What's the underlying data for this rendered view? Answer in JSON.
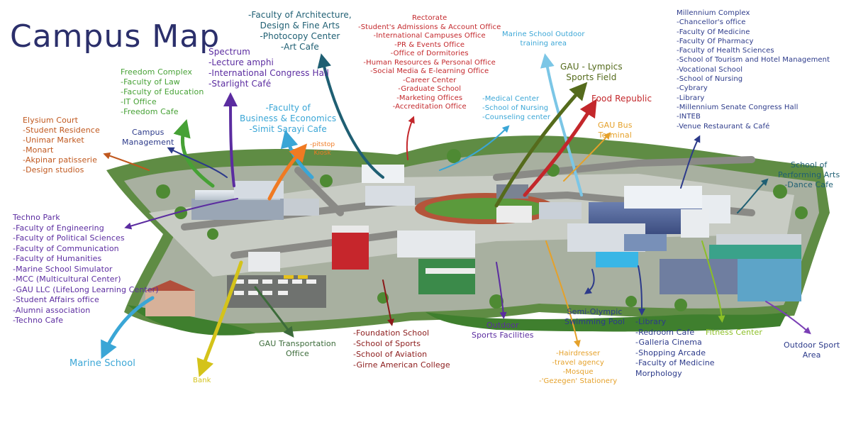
{
  "title": "Campus Map",
  "colors": {
    "title": "#2b2f6b",
    "orange": "#c0581e",
    "navy": "#2c3a8a",
    "green": "#46a135",
    "purple": "#5b2ca0",
    "teal": "#1f5f73",
    "red": "#c3272b",
    "skyblue": "#3aa6d6",
    "olive": "#556b1c",
    "darkred": "#8b1a1a",
    "amber": "#e5a12a",
    "yellow": "#d4c31a",
    "lime": "#8cbf26",
    "darkgreen": "#3c6b3a",
    "blue": "#2f5fc0",
    "violet": "#7a3fb5"
  },
  "labels": {
    "elysium": {
      "lines": [
        "Elysium Court",
        "-Student Residence",
        "-Unimar Market",
        "-Monart",
        "-Akpinar patisserie",
        "-Design studios"
      ]
    },
    "campus_management": {
      "lines": [
        "Campus",
        "Management"
      ]
    },
    "freedom": {
      "lines": [
        "Freedom Complex",
        "-Faculty of Law",
        "-Faculty of Education",
        "-IT Office",
        "-Freedom Cafe"
      ]
    },
    "spectrum": {
      "lines": [
        "Spectrum",
        "-Lecture amphi",
        "-International Congress Hall",
        "-Starlight Café"
      ]
    },
    "architecture": {
      "lines": [
        "-Faculty of Architecture,",
        "Design & Fine Arts",
        "-Photocopy Center",
        "-Art Cafe"
      ]
    },
    "business": {
      "lines": [
        "-Faculty of",
        "Business & Economics",
        "-Simit Sarayi Cafe"
      ]
    },
    "pitstop": {
      "lines": [
        "-pitstop",
        "Kiosk"
      ]
    },
    "rectorate": {
      "lines": [
        "Rectorate",
        "-Student's Admissions & Account Office",
        "-International Campuses Office",
        "-PR & Events Office",
        "-Office of Dormitories",
        "-Human Resources & Personal Office",
        "-Social Media & E-learning Office",
        "-Career Center",
        "-Graduate School",
        "-Marketing Offices",
        "-Accreditation Office"
      ]
    },
    "marine_outdoor": {
      "lines": [
        "Marine School Outdoor",
        "training area"
      ]
    },
    "gau_lympics": {
      "lines": [
        "GAU - Lympics",
        "Sports Field"
      ]
    },
    "medical": {
      "lines": [
        "-Medical Center",
        "-School of Nursing",
        "-Counseling center"
      ]
    },
    "food_republic": {
      "lines": [
        "Food Republic"
      ]
    },
    "bus_terminal": {
      "lines": [
        "GAU Bus",
        "Terminal"
      ]
    },
    "millennium": {
      "lines": [
        "Millennium Complex",
        "-Chancellor's office",
        "-Faculty Of Medicine",
        "-Faculty Of Pharmacy",
        "-Faculty of Health Sciences",
        "-School of Tourism and Hotel Management",
        "-Vocational School",
        "-School of Nursing",
        "-Cybrary",
        "-Library",
        "-Millennium Senate Congress Hall",
        "-INTEB",
        "-Venue Restaurant & Café"
      ]
    },
    "performing_arts": {
      "lines": [
        "School of",
        "Performing Arts",
        "-Dance Cafe"
      ]
    },
    "techno_park": {
      "lines": [
        "Techno Park",
        "-Faculty of Engineering",
        "-Faculty of Political Sciences",
        "-Faculty of Communication",
        "-Faculty of Humanities",
        "-Marine School Simulator",
        "-MCC (Multicultural Center)",
        "-GAU LLC (LifeLong Learning Center)",
        "-Student Affairs office",
        "-Alumni association",
        "-Techno Cafe"
      ]
    },
    "marine_school": {
      "lines": [
        "Marine School"
      ]
    },
    "bank": {
      "lines": [
        "Bank"
      ]
    },
    "transportation": {
      "lines": [
        "GAU Transportation",
        "Office"
      ]
    },
    "foundation": {
      "lines": [
        "-Foundation School",
        "-School of Sports",
        "-School of Aviation",
        "-Girne American College"
      ]
    },
    "outdoor_sports_facilities": {
      "lines": [
        "Outdoor",
        "Sports Facilities"
      ]
    },
    "hairdresser": {
      "lines": [
        "-Hairdresser",
        "-travel agency",
        "-Mosque",
        "-'Gezegen' Stationery"
      ]
    },
    "semi_olympic": {
      "lines": [
        "Semi-Olympic",
        "Swimming Pool"
      ]
    },
    "library": {
      "lines": [
        "-Library",
        "-Redroom Cafe",
        "-Galleria Cinema",
        "-Shopping Arcade",
        "-Faculty of Medicine",
        "Morphology"
      ]
    },
    "fitness": {
      "lines": [
        "Fitness Center"
      ]
    },
    "outdoor_sport_area": {
      "lines": [
        "Outdoor Sport",
        "Area"
      ]
    }
  }
}
